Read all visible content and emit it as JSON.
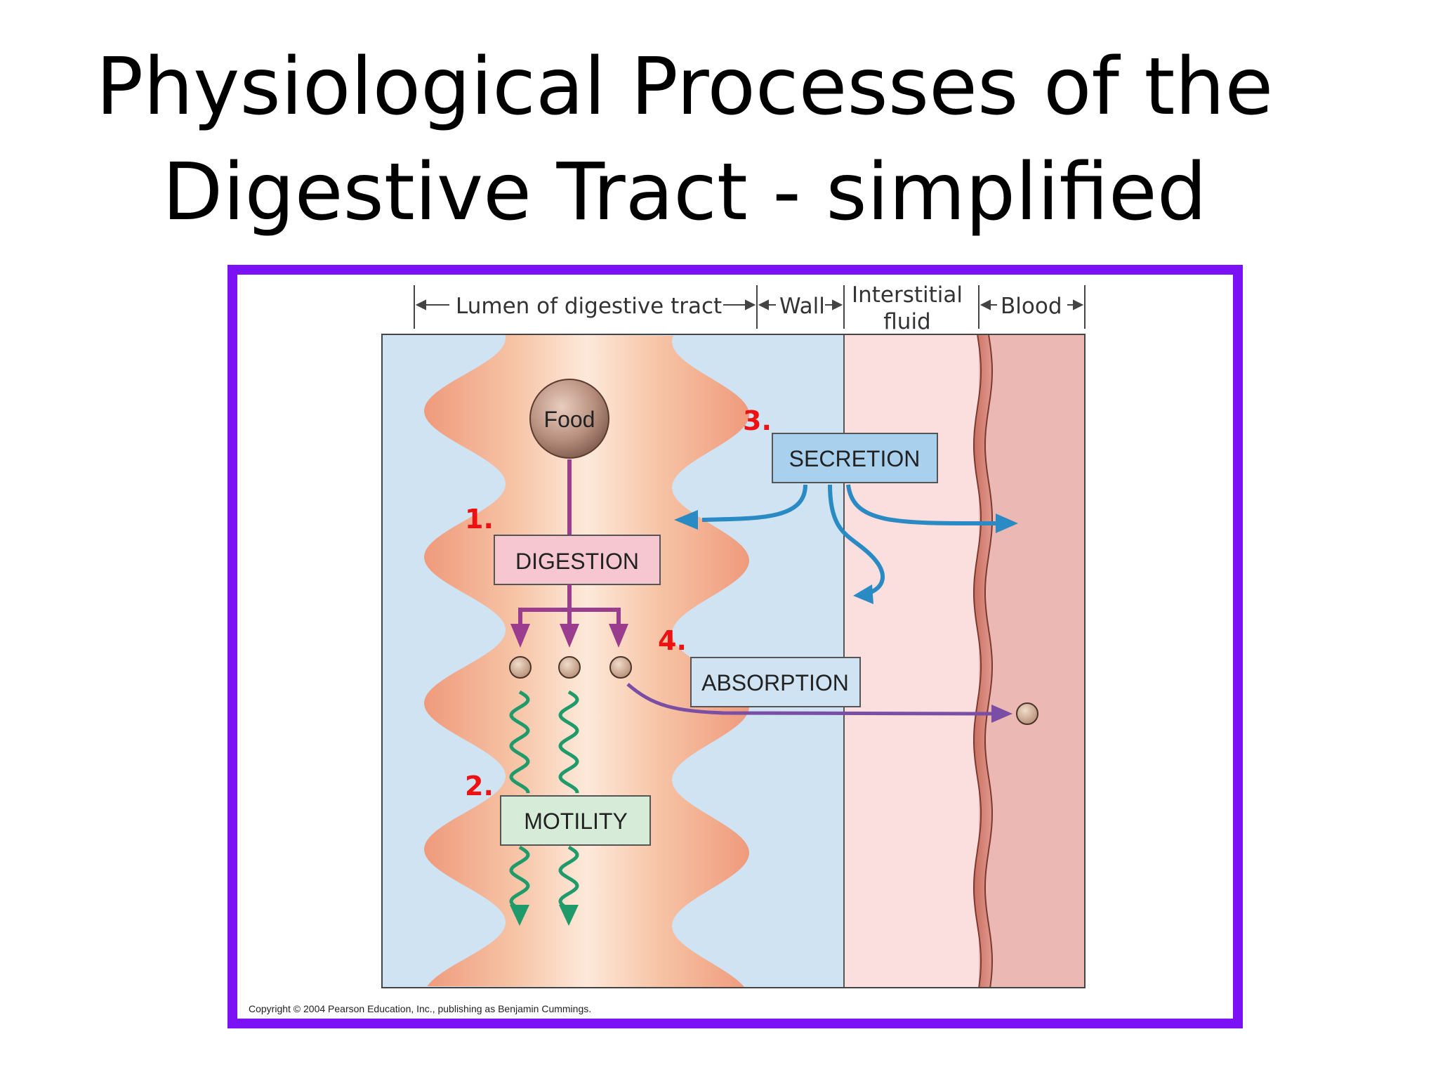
{
  "title": {
    "line1": "Physiological Processes of the",
    "line2": "Digestive Tract - simplified"
  },
  "diagram": {
    "regions": {
      "lumen": "Lumen of digestive tract",
      "wall": "Wall",
      "interstitial_line1": "Interstitial",
      "interstitial_line2": "fluid",
      "blood": "Blood"
    },
    "food_label": "Food",
    "processes": {
      "digestion": "DIGESTION",
      "motility": "MOTILITY",
      "secretion": "SECRETION",
      "absorption": "ABSORPTION"
    },
    "numbers": {
      "digestion": "1.",
      "motility": "2.",
      "secretion": "3.",
      "absorption": "4."
    },
    "copyright": "Copyright © 2004 Pearson Education, Inc., publishing as Benjamin Cummings.",
    "colors": {
      "frame": "#7a12f5",
      "lumen_bg": "#cfe3f3",
      "gut_tissue": "#f2a68a",
      "interstitial": "#fbdede",
      "blood": "#ecb8b4",
      "digestion_arrow": "#9b3d8f",
      "secretion_arrow": "#2a8ac4",
      "motility_arrow": "#1f9a6a",
      "absorption_arrow": "#7b4ea6",
      "number_red": "#ee1111"
    }
  }
}
